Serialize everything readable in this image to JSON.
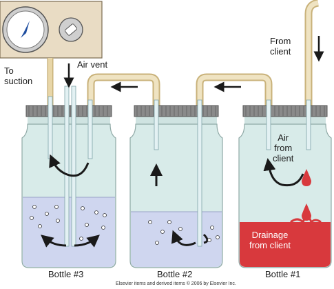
{
  "labels": {
    "to_suction": "To\nsuction",
    "air_vent": "Air vent",
    "from_client": "From\nclient",
    "air_from_client": "Air\nfrom\nclient",
    "drainage_from_client": "Drainage\nfrom client",
    "bottle3": "Bottle #3",
    "bottle2": "Bottle #2",
    "bottle1": "Bottle #1",
    "footer": "Elsevier items and derived items © 2006 by Elsevier Inc."
  },
  "colors": {
    "bottle_glass": "#d8ebe9",
    "cap": "#8a8a8a",
    "tube": "#e8d6a8",
    "water": "#cfd6ef",
    "blood": "#d8393d",
    "gauge_panel": "#e9dcc4",
    "arrow": "#1a1a1a"
  }
}
